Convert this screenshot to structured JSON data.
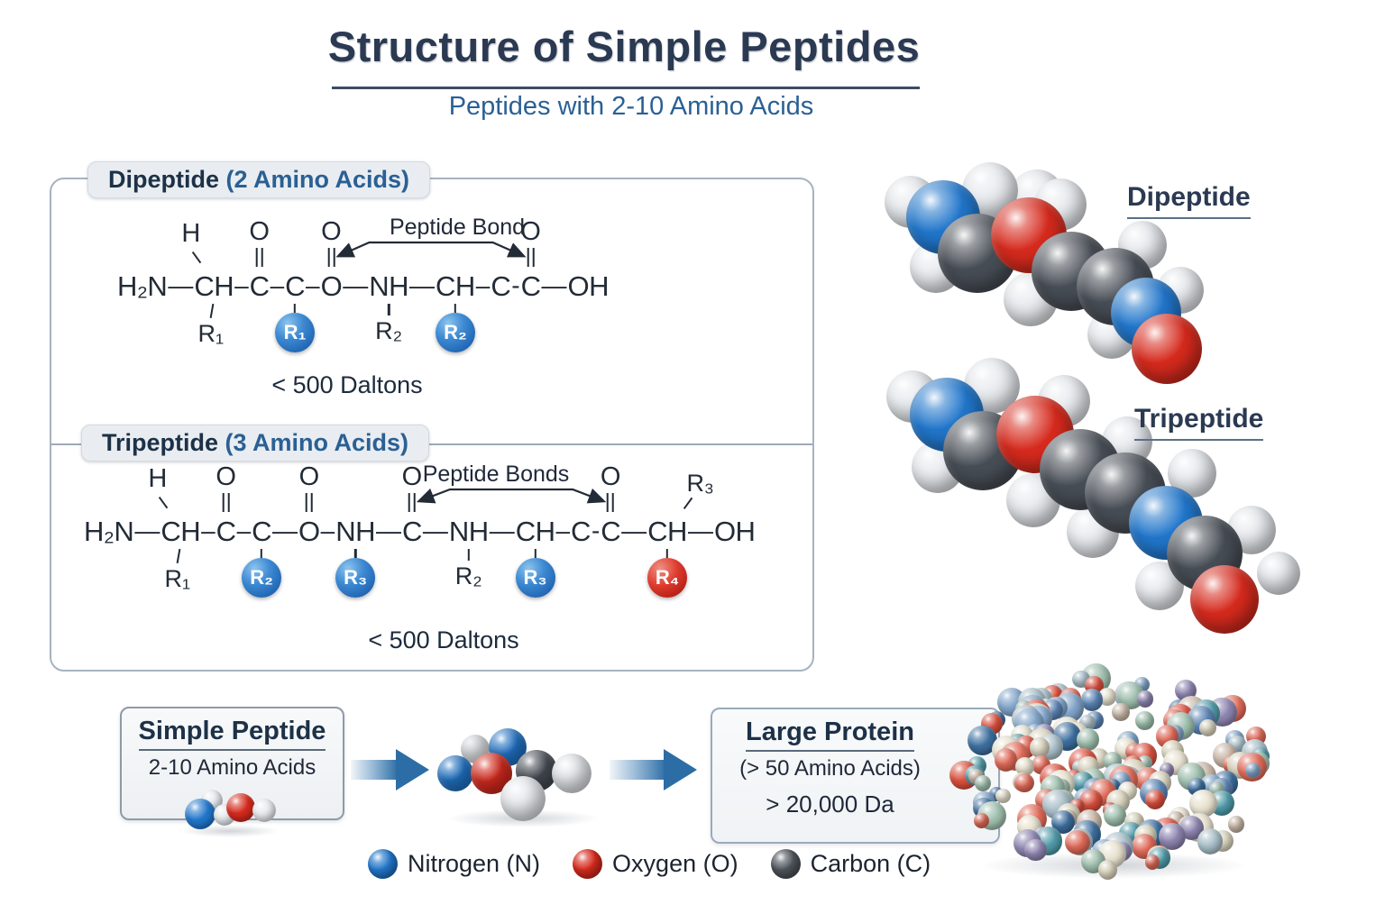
{
  "title": {
    "text": "Structure of Simple Peptides",
    "subtitle": "Peptides with 2-10 Amino Acids"
  },
  "sections": {
    "dipeptide": {
      "name": "Dipeptide",
      "count": "(2 Amino Acids)",
      "caption": "Peptide Bond",
      "mass": "< 500 Daltons",
      "tokens": [
        {
          "a": "H₂N"
        },
        {
          "b": "—"
        },
        {
          "a": "CH",
          "top": {
            "t": "diagL",
            "label": "H"
          },
          "bot": {
            "t": "diag",
            "label": "R₁"
          }
        },
        {
          "b": "–"
        },
        {
          "a": "C",
          "top": {
            "t": "dbo"
          }
        },
        {
          "b": "–"
        },
        {
          "a": "C",
          "bot": {
            "t": "circle",
            "label": "R₁",
            "color": "blue"
          }
        },
        {
          "b": "–"
        },
        {
          "a": "O",
          "top": {
            "t": "dbo",
            "arrow": "L"
          }
        },
        {
          "b": "—"
        },
        {
          "a": "NH",
          "bot": {
            "t": "tick",
            "label": "R₂"
          }
        },
        {
          "b": "—"
        },
        {
          "a": "CH",
          "bot": {
            "t": "circle",
            "label": "R₂",
            "color": "blue"
          }
        },
        {
          "b": "–"
        },
        {
          "a": "C"
        },
        {
          "b": "-"
        },
        {
          "a": "C",
          "top": {
            "t": "dbo",
            "arrow": "R"
          }
        },
        {
          "b": "—"
        },
        {
          "a": "OH"
        }
      ]
    },
    "tripeptide": {
      "name": "Tripeptide",
      "count": "(3 Amino Acids)",
      "caption": "Peptide Bonds",
      "mass": "< 500 Daltons",
      "tokens": [
        {
          "a": "H₂N"
        },
        {
          "b": "—"
        },
        {
          "a": "CH",
          "top": {
            "t": "diagL",
            "label": "H"
          },
          "bot": {
            "t": "diag",
            "label": "R₁"
          }
        },
        {
          "b": "–"
        },
        {
          "a": "C",
          "top": {
            "t": "dbo"
          }
        },
        {
          "b": "–"
        },
        {
          "a": "C",
          "bot": {
            "t": "circle",
            "label": "R₂",
            "color": "blue"
          }
        },
        {
          "b": "—"
        },
        {
          "a": "O",
          "top": {
            "t": "dbo"
          }
        },
        {
          "b": "–"
        },
        {
          "a": "NH",
          "bot": {
            "t": "circle",
            "label": "R₃",
            "color": "blue"
          }
        },
        {
          "b": "—"
        },
        {
          "a": "C",
          "top": {
            "t": "dbo",
            "arrow": "L"
          }
        },
        {
          "b": "—"
        },
        {
          "a": "NH",
          "bot": {
            "t": "tick",
            "label": "R₂"
          }
        },
        {
          "b": "—"
        },
        {
          "a": "CH",
          "bot": {
            "t": "circle",
            "label": "R₃",
            "color": "blue"
          }
        },
        {
          "b": "–"
        },
        {
          "a": "C"
        },
        {
          "b": "-"
        },
        {
          "a": "C",
          "top": {
            "t": "dbo",
            "arrow": "R"
          }
        },
        {
          "b": "—"
        },
        {
          "a": "CH",
          "top": {
            "t": "diagR",
            "label": "R₃"
          },
          "bot": {
            "t": "circle",
            "label": "R₄",
            "color": "red"
          }
        },
        {
          "b": "—"
        },
        {
          "a": "OH"
        }
      ]
    }
  },
  "models": {
    "dipeptide_label": "Dipeptide",
    "tripeptide_label": "Tripeptide"
  },
  "flow": {
    "simple": {
      "title": "Simple Peptide",
      "subtitle": "2-10 Amino Acids"
    },
    "large": {
      "title": "Large Protein",
      "line1": "(> 50 Amino Acids)",
      "line2": "> 20,000 Da"
    }
  },
  "legend": [
    {
      "id": "nitrogen",
      "label": "Nitrogen (N)",
      "color": "#2176cb"
    },
    {
      "id": "oxygen",
      "label": "Oxygen (O)",
      "color": "#d62a1d"
    },
    {
      "id": "carbon",
      "label": "Carbon (C)",
      "color": "#4e545c"
    }
  ],
  "colors": {
    "ink": "#222b36",
    "navy": "#2b3a52",
    "blue": "#2a6094",
    "nitrogen": "#2176cb",
    "oxygen": "#d62a1d",
    "carbon": "#474d55",
    "hydrogen": "#e7eaee",
    "r_blue": "#2b74c2",
    "r_red": "#cf2a20",
    "protein_palette": [
      "#4f9aa8",
      "#5b84b4",
      "#3c6e9e",
      "#7fa3c8",
      "#d8d2bc",
      "#e8e2cf",
      "#e06a58",
      "#d94f3d",
      "#8e85b0",
      "#a9bfc9",
      "#9fbfae",
      "#c9b8a8"
    ]
  }
}
